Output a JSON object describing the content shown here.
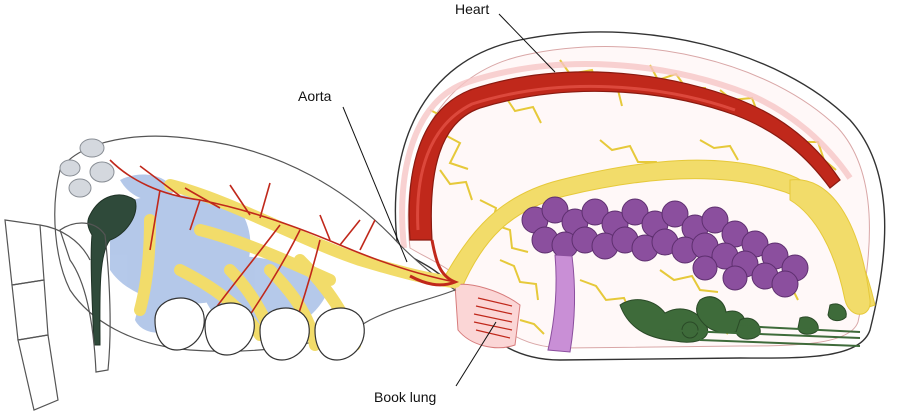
{
  "labels": {
    "heart": "Heart",
    "aorta": "Aorta",
    "book_lung": "Book lung"
  },
  "colors": {
    "heart": "#c0281b",
    "heart_light": "#f6c6c6",
    "digestive": "#f2dc6a",
    "digestive_branch": "#e6c93a",
    "ovary": "#8b4f9e",
    "silk_gland": "#3e6b3a",
    "hemolymph_sac": "#a8bfe6",
    "venom_gland": "#2f4a3a",
    "outline": "#333333"
  }
}
